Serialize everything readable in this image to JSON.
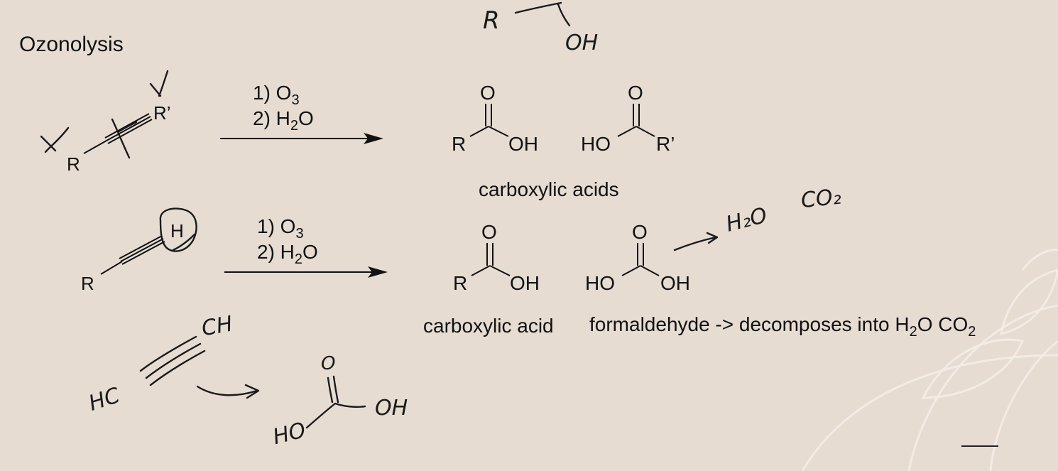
{
  "title": "Ozonolysis",
  "reaction1": {
    "reagent_1": "1) O",
    "reagent_1_sub": "3",
    "reagent_2": "2) H",
    "reagent_2_sub": "2",
    "reagent_2_end": "O",
    "reactant_r": "R",
    "reactant_r2": "R’",
    "product_a": {
      "o": "O",
      "r": "R",
      "oh": "OH"
    },
    "product_b": {
      "o": "O",
      "ho": "HO",
      "r2": "R’"
    },
    "caption": "carboxylic acids"
  },
  "reaction2": {
    "reagent_1": "1) O",
    "reagent_1_sub": "3",
    "reagent_2": "2) H",
    "reagent_2_sub": "2",
    "reagent_2_end": "O",
    "reactant_r": "R",
    "reactant_h": "H",
    "product_a": {
      "o": "O",
      "r": "R",
      "oh": "OH"
    },
    "product_b": {
      "o": "O",
      "ho": "HO",
      "oh": "OH"
    },
    "caption_a": "carboxylic acid",
    "caption_b_pre": "formaldehyde -> decomposes into H",
    "caption_b_sub1": "2",
    "caption_b_mid": "O CO",
    "caption_b_sub2": "2"
  },
  "handwriting": {
    "top_r": "R",
    "top_oh": "OH",
    "h2o": "H₂O",
    "co2": "CO₂",
    "hc": "HC",
    "ch": "CH",
    "ho": "HO",
    "oh": "OH",
    "o": "O"
  }
}
